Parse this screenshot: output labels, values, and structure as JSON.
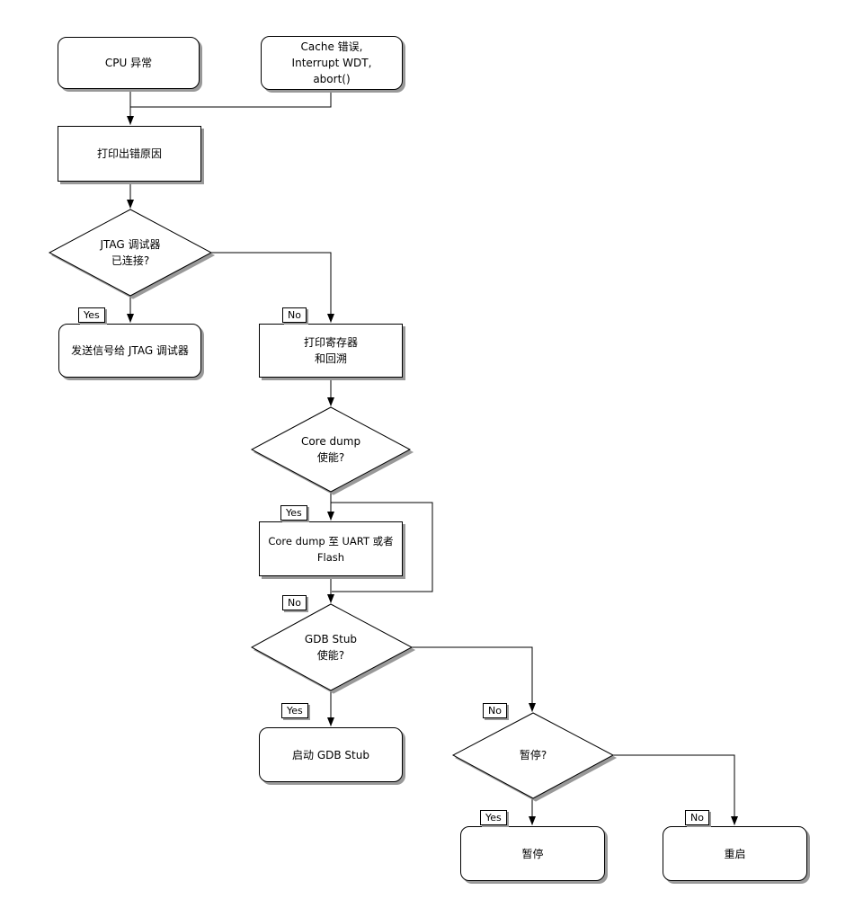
{
  "diagram": {
    "type": "flowchart",
    "background_color": "#ffffff",
    "stroke_color": "#000000",
    "shadow_color": "#999999",
    "nodes": {
      "cpu_exception": {
        "label": "CPU 异常",
        "shape": "rounded"
      },
      "cache_error": {
        "label": "Cache 错误,\nInterrupt WDT,\nabort()",
        "shape": "rounded"
      },
      "print_reason": {
        "label": "打印出错原因",
        "shape": "process"
      },
      "jtag_connected": {
        "label": "JTAG 调试器\n已连接?",
        "shape": "decision"
      },
      "send_signal_jtag": {
        "label": "发送信号给 JTAG 调试器",
        "shape": "rounded"
      },
      "print_registers": {
        "label": "打印寄存器\n和回溯",
        "shape": "process"
      },
      "coredump_enabled": {
        "label": "Core dump\n使能?",
        "shape": "decision"
      },
      "coredump_dest": {
        "label": "Core dump 至 UART 或者 Flash",
        "shape": "process"
      },
      "gdbstub_enabled": {
        "label": "GDB Stub\n使能?",
        "shape": "decision"
      },
      "start_gdbstub": {
        "label": "启动 GDB Stub",
        "shape": "rounded"
      },
      "halt_question": {
        "label": "暂停?",
        "shape": "decision"
      },
      "halt": {
        "label": "暂停",
        "shape": "rounded"
      },
      "reboot": {
        "label": "重启",
        "shape": "rounded"
      }
    },
    "edge_labels": {
      "jtag_yes": "Yes",
      "jtag_no": "No",
      "coredump_yes": "Yes",
      "coredump_no": "No",
      "gdbstub_yes": "Yes",
      "gdbstub_no": "No",
      "halt_yes": "Yes",
      "halt_no": "No"
    }
  }
}
